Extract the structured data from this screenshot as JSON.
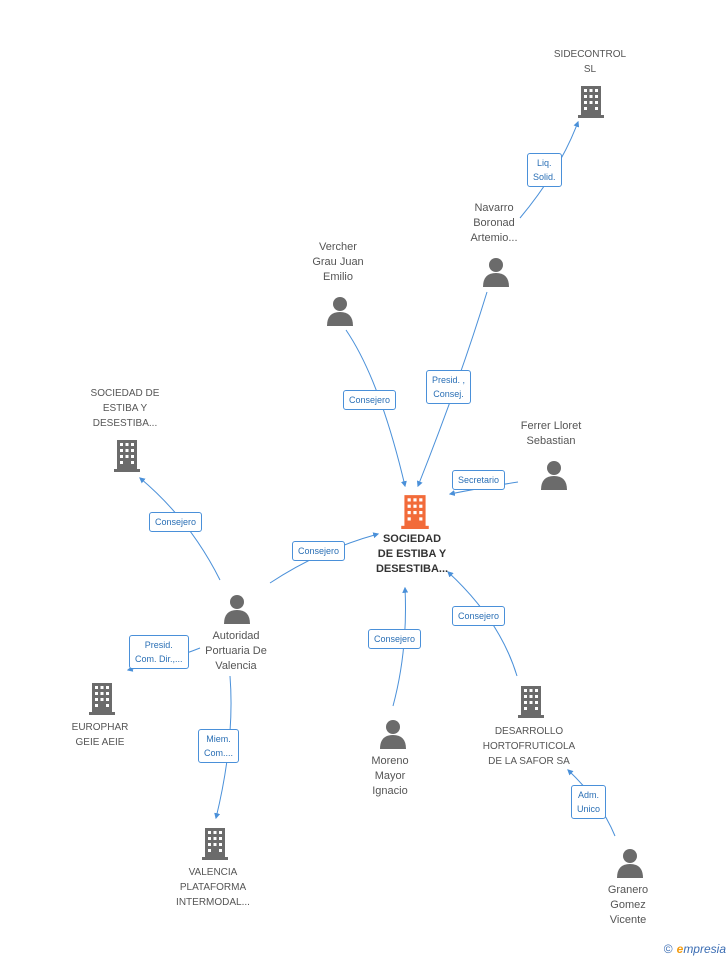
{
  "nodes": {
    "sidecontrol": {
      "label": "SIDECONTROL\nSL",
      "type": "company"
    },
    "navarro": {
      "label": "Navarro\nBoronad\nArtemio...",
      "type": "person"
    },
    "vercher": {
      "label": "Vercher\nGrau Juan\nEmilio",
      "type": "person"
    },
    "ferrer": {
      "label": "Ferrer Lloret\nSebastian",
      "type": "person"
    },
    "sociedad_top": {
      "label": "SOCIEDAD DE\nESTIBA Y\nDESESTIBA...",
      "type": "company"
    },
    "main": {
      "label": "SOCIEDAD\nDE ESTIBA Y\nDESESTIBA...",
      "type": "company-main"
    },
    "autoridad": {
      "label": "Autoridad\nPortuaria De\nValencia",
      "type": "person"
    },
    "europhar": {
      "label": "EUROPHAR\nGEIE AEIE",
      "type": "company"
    },
    "moreno": {
      "label": "Moreno\nMayor\nIgnacio",
      "type": "person"
    },
    "desarrollo": {
      "label": "DESARROLLO\nHORTOFRUTICOLA\nDE LA SAFOR SA",
      "type": "company"
    },
    "valencia": {
      "label": "VALENCIA\nPLATAFORMA\nINTERMODAL...",
      "type": "company"
    },
    "granero": {
      "label": "Granero\nGomez\nVicente",
      "type": "person"
    }
  },
  "edges": {
    "liq_solid": "Liq.\nSolid.",
    "presid_consej": "Presid. ,\nConsej.",
    "consejero_vercher": "Consejero",
    "secretario": "Secretario",
    "consejero_autoridad_main": "Consejero",
    "consejero_autoridad_sociedad": "Consejero",
    "presid_com": "Presid.\nCom. Dir.,...",
    "miem_com": "Miem.\nCom....",
    "consejero_moreno": "Consejero",
    "consejero_desarrollo": "Consejero",
    "adm_unico": "Adm.\nUnico"
  },
  "colors": {
    "edge": "#4a90d9",
    "icon": "#6b6b6b",
    "main_icon": "#f26b3a"
  },
  "footer": {
    "copyright": "©",
    "brand_first": "e",
    "brand_rest": "mpresia"
  }
}
